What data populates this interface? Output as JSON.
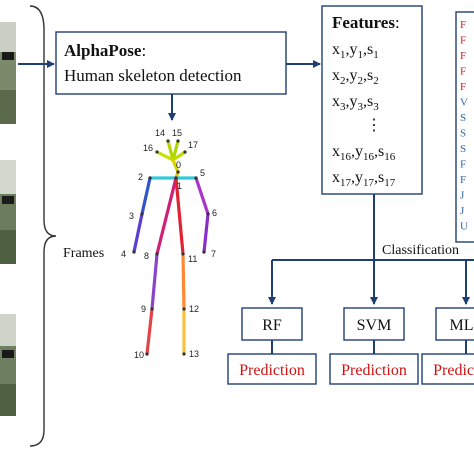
{
  "alphapose": {
    "title": "AlphaPose",
    "colon": ":",
    "subtitle": "Human skeleton detection"
  },
  "features": {
    "title": "Features",
    "colon": ":",
    "rows": [
      {
        "x": "x",
        "sub1": "1",
        "y": "y",
        "sub2": "1",
        "s": "s",
        "sub3": "1"
      },
      {
        "x": "x",
        "sub1": "2",
        "y": "y",
        "sub2": "2",
        "s": "s",
        "sub3": "2"
      },
      {
        "x": "x",
        "sub1": "3",
        "y": "y",
        "sub2": "3",
        "s": "s",
        "sub3": "3"
      },
      {
        "x": "x",
        "sub1": "16",
        "y": "y",
        "sub2": "16",
        "s": "s",
        "sub3": "16"
      },
      {
        "x": "x",
        "sub1": "17",
        "y": "y",
        "sub2": "17",
        "s": "s",
        "sub3": "17"
      }
    ],
    "ellipsis": "⋮"
  },
  "frames_label": "Frames",
  "classification_label": "Classification",
  "classifiers": [
    {
      "name": "RF",
      "output": "Prediction"
    },
    {
      "name": "SVM",
      "output": "Prediction"
    },
    {
      "name": "MLP",
      "output": "Prediction"
    }
  ],
  "keypoint_labels": [
    "0",
    "1",
    "2",
    "3",
    "4",
    "5",
    "6",
    "7",
    "8",
    "9",
    "10",
    "11",
    "12",
    "13",
    "14",
    "15",
    "16",
    "17"
  ],
  "right_list_letters": [
    {
      "text": "F",
      "color": "#cc2222"
    },
    {
      "text": "F",
      "color": "#cc2222"
    },
    {
      "text": "F",
      "color": "#cc2222"
    },
    {
      "text": "F",
      "color": "#cc2222"
    },
    {
      "text": "F",
      "color": "#cc2222"
    },
    {
      "text": "V",
      "color": "#3366aa"
    },
    {
      "text": "S",
      "color": "#3366aa"
    },
    {
      "text": "S",
      "color": "#3366aa"
    },
    {
      "text": "S",
      "color": "#3366aa"
    },
    {
      "text": "F",
      "color": "#3366aa"
    },
    {
      "text": "F",
      "color": "#3366aa"
    },
    {
      "text": "J",
      "color": "#3366aa"
    },
    {
      "text": "J",
      "color": "#3366aa"
    },
    {
      "text": "U",
      "color": "#3366aa"
    }
  ],
  "colors": {
    "arrow": "#1f3f73",
    "box_border": "#1f3f73",
    "prediction_text": "#cc1111",
    "prediction_border": "#1f3f73"
  }
}
